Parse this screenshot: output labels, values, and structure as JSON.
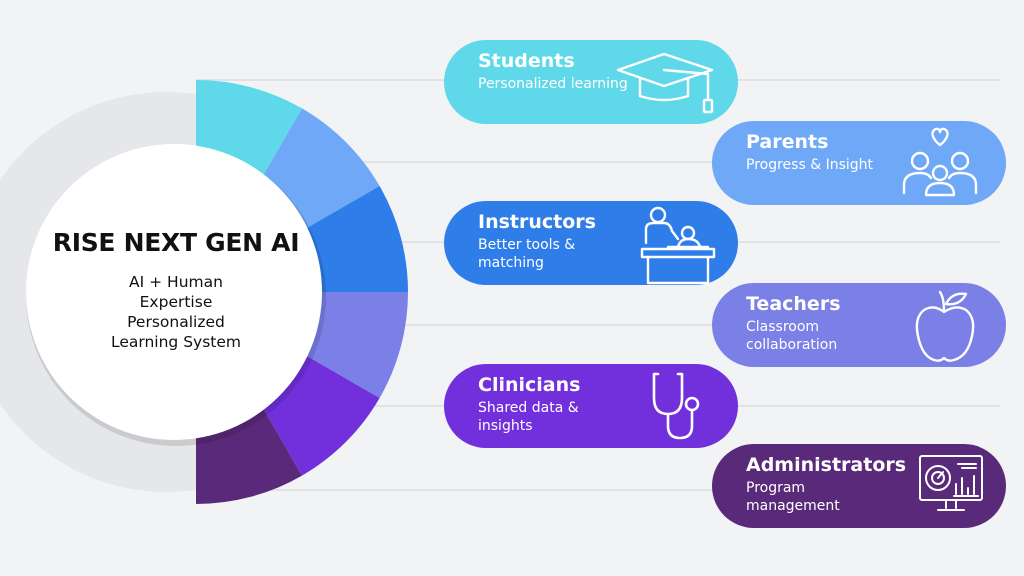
{
  "center": {
    "title": "RISE NEXT GEN AI",
    "subtitle_lines": [
      "AI + Human",
      "Expertise",
      "Personalized",
      "Learning System"
    ]
  },
  "stakeholders": [
    {
      "name": "Students",
      "desc": "Personalized learning",
      "icon": "graduation-cap-icon",
      "color": "#5fd8ea"
    },
    {
      "name": "Parents",
      "desc": "Progress & Insight",
      "icon": "family-heart-icon",
      "color": "#6fa8f6"
    },
    {
      "name": "Instructors",
      "desc": "Better tools & matching",
      "icon": "instructor-desk-icon",
      "color": "#2f7de8"
    },
    {
      "name": "Teachers",
      "desc": "Classroom collaboration",
      "icon": "apple-icon",
      "color": "#7a80e6"
    },
    {
      "name": "Clinicians",
      "desc": "Shared data & insights",
      "icon": "stethoscope-icon",
      "color": "#7230dc"
    },
    {
      "name": "Administrators",
      "desc": "Program management",
      "icon": "dashboard-monitor-icon",
      "color": "#5a2a7a"
    }
  ]
}
